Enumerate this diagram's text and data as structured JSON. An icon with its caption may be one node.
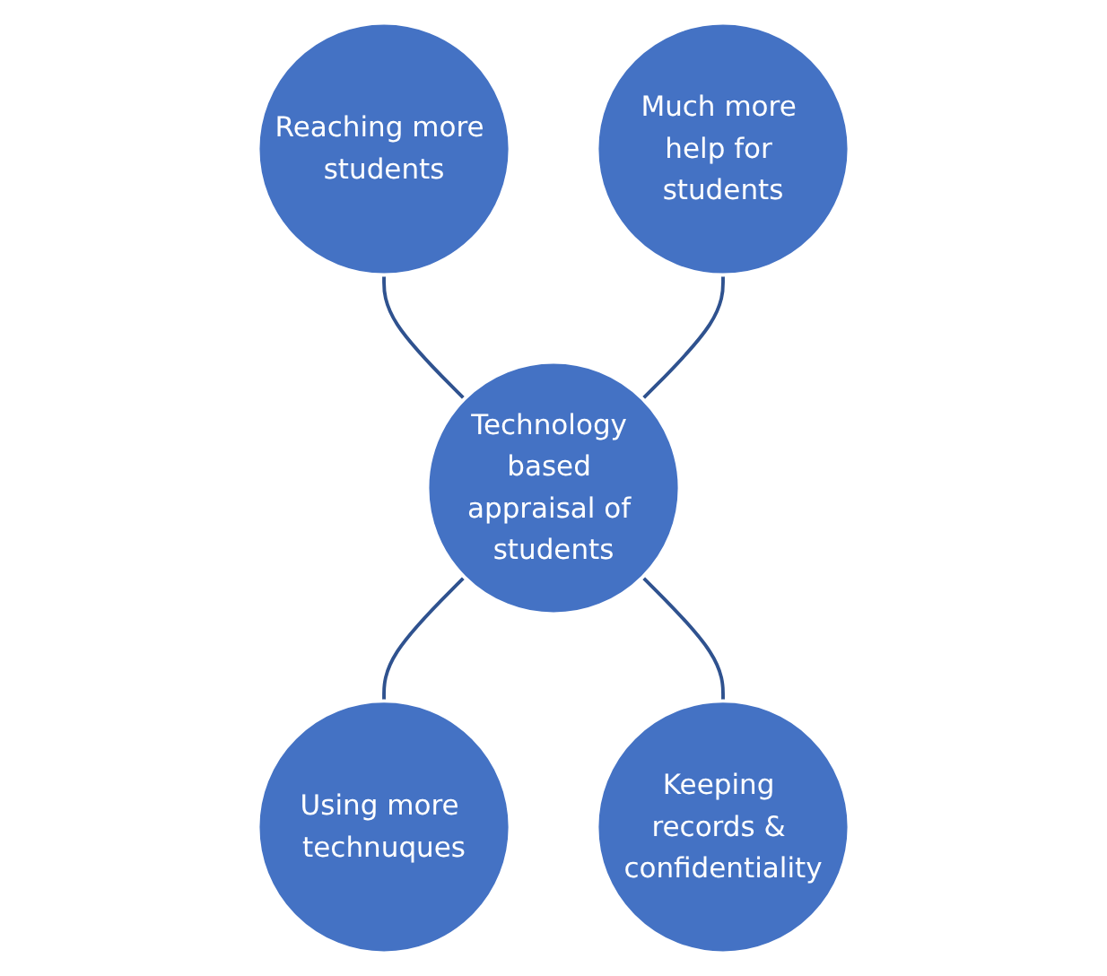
{
  "diagram": {
    "nodes": [
      {
        "text": [
          "Reaching more students"
        ]
      },
      {
        "text": [
          "Much more help for students"
        ]
      },
      {
        "text": [
          "Technology based appraisal of students"
        ]
      },
      {
        "text": [
          "Using more technuques"
        ]
      },
      {
        "text": [
          "Keeping records & confidentiality"
        ]
      }
    ],
    "edges": [
      {
        "from": 0,
        "to": 2,
        "arrow": "none"
      },
      {
        "from": 1,
        "to": 2,
        "arrow": "none"
      },
      {
        "from": 2,
        "to": 3,
        "arrow": "none"
      },
      {
        "from": 2,
        "to": 4,
        "arrow": "none"
      }
    ]
  }
}
